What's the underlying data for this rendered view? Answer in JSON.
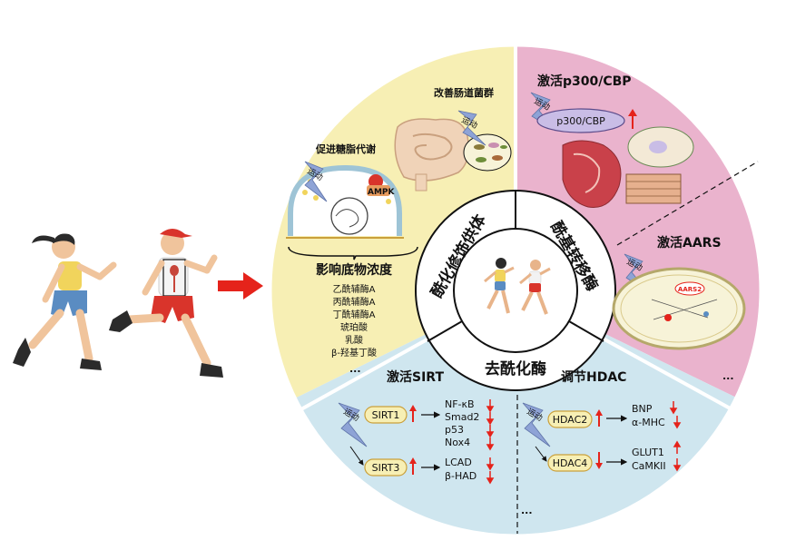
{
  "segments": {
    "acyl_donor": "酰化修饰供体",
    "acyltransferase": "酰基转移酶",
    "deacylase": "去酰化酶"
  },
  "yellow": {
    "gut": "改善肠道菌群",
    "glucolipid": "促进糖脂代谢",
    "ampk": "AMPK",
    "substrate_title": "影响底物浓度",
    "substrates": [
      "乙酰辅酶A",
      "丙酰辅酶A",
      "丁酰辅酶A",
      "琥珀酸",
      "乳酸",
      "β-羟基丁酸"
    ],
    "ellipsis": "..."
  },
  "pink": {
    "p300_title": "激活p300/CBP",
    "p300_label": "p300/CBP",
    "aars_title": "激活AARS",
    "aars_label": "AARS2",
    "ellipsis": "..."
  },
  "blue": {
    "sirt_title": "激活SIRT",
    "sirt1": "SIRT1",
    "sirt1_targets": [
      "NF-κB",
      "Smad2",
      "p53",
      "Nox4"
    ],
    "sirt3": "SIRT3",
    "sirt3_targets": [
      "LCAD",
      "β-HAD"
    ],
    "hdac_title": "调节HDAC",
    "hdac2": "HDAC2",
    "hdac2_targets": [
      "BNP",
      "α-MHC"
    ],
    "hdac4": "HDAC4",
    "hdac4_targets": [
      "GLUT1",
      "CaMKII"
    ],
    "ellipsis": "..."
  },
  "exercise_label": "运动",
  "colors": {
    "yellow": "#f7efb4",
    "pink": "#eab3cd",
    "blue": "#cfe6ef",
    "arrow_red": "#e5231b",
    "bolt": "#8ea3d6"
  }
}
